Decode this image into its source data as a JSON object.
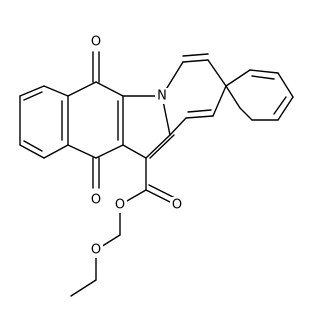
{
  "structure": {
    "atom_labels": [
      "O",
      "O",
      "O",
      "O",
      "N",
      "O"
    ],
    "colors": {
      "background": "#ffffff",
      "ink": "#000000"
    }
  }
}
